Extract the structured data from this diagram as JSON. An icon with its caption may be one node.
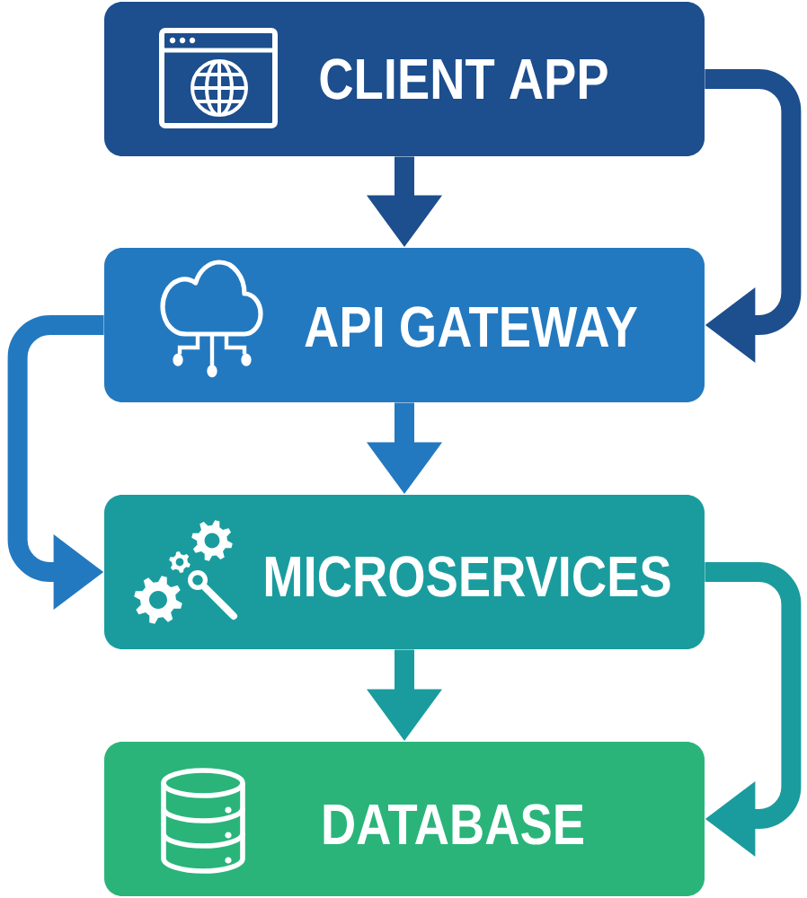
{
  "diagram": {
    "nodes": [
      {
        "text": [
          "CLIENT APP"
        ]
      },
      {
        "text": [
          "API GATEWAY"
        ]
      },
      {
        "text": [
          "MICROSERVICES"
        ]
      },
      {
        "text": [
          "DATABASE"
        ]
      }
    ],
    "edges": [
      {
        "from": 0,
        "to": 1,
        "arrow": "to",
        "color": "#1d4e8d"
      },
      {
        "from": 0,
        "to": 1,
        "arrow": "to",
        "color": "#1d4e8d"
      },
      {
        "from": 1,
        "to": 2,
        "arrow": "to",
        "color": "#2379c0"
      },
      {
        "from": 1,
        "to": 2,
        "arrow": "to",
        "color": "#2379c0"
      },
      {
        "from": 2,
        "to": 3,
        "arrow": "to",
        "color": "#1a9c9e"
      },
      {
        "from": 2,
        "to": 3,
        "arrow": "to",
        "color": "#1a9c9e"
      }
    ]
  }
}
